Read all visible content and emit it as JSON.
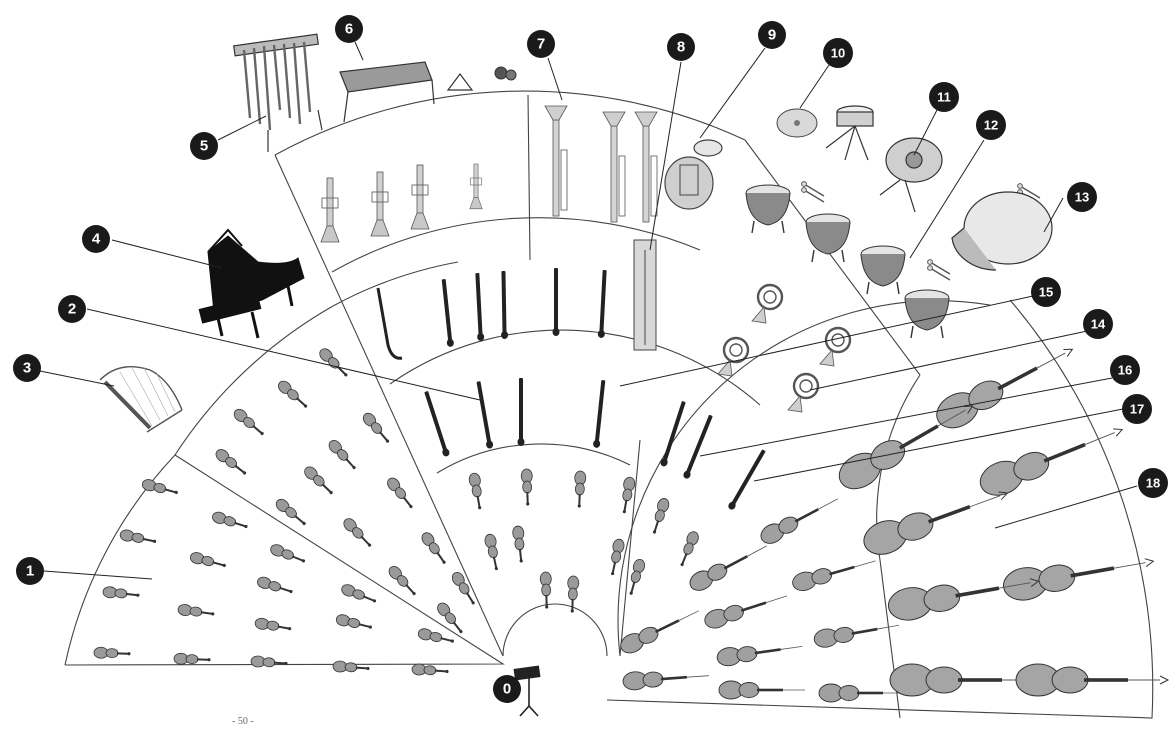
{
  "figure": {
    "page_number": "- 50 -",
    "badges": [
      "0",
      "1",
      "2",
      "3",
      "4",
      "5",
      "6",
      "7",
      "8",
      "9",
      "10",
      "11",
      "12",
      "13",
      "14",
      "15",
      "16",
      "17",
      "18"
    ]
  },
  "colors": {
    "line": "#333333",
    "badge": "#1a1a1a",
    "instrument": "#8a8a8a",
    "instrument_dark": "#222222",
    "brass": "#bdbdbd"
  }
}
